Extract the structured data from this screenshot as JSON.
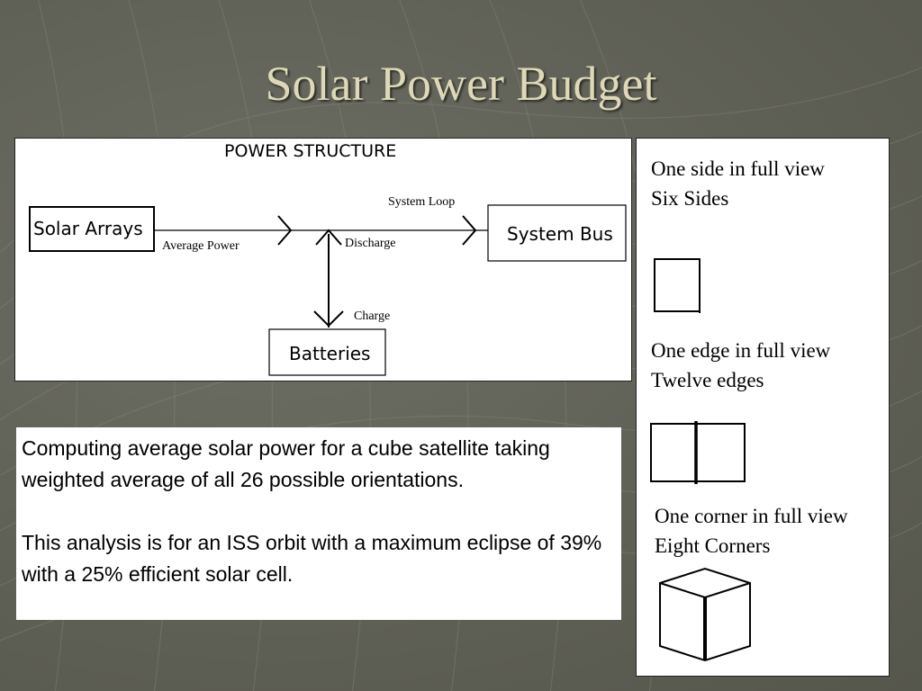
{
  "slide": {
    "title": "Solar Power Budget"
  },
  "diagram": {
    "heading": "POWER STRUCTURE",
    "blocks": {
      "solar_arrays": "Solar Arrays",
      "system_bus": "System Bus",
      "batteries": "Batteries"
    },
    "flow_labels": {
      "average_power": "Average Power",
      "system_loop": "System Loop",
      "discharge": "Discharge",
      "charge": "Charge"
    }
  },
  "description": {
    "paragraph1": "Computing average solar power for a cube satellite taking weighted average of all 26 possible orientations.",
    "paragraph2": "This analysis is for an ISS orbit with a maximum eclipse of 39% with a 25% efficient solar cell."
  },
  "views": {
    "side": {
      "line1": "One side in full view",
      "line2": "Six Sides",
      "icon": "square-face-icon"
    },
    "edge": {
      "line1": "One edge in full view",
      "line2": "Twelve edges",
      "icon": "two-faces-icon"
    },
    "corner": {
      "line1": "One corner in full view",
      "line2": "Eight Corners",
      "icon": "cube-corner-icon"
    }
  }
}
